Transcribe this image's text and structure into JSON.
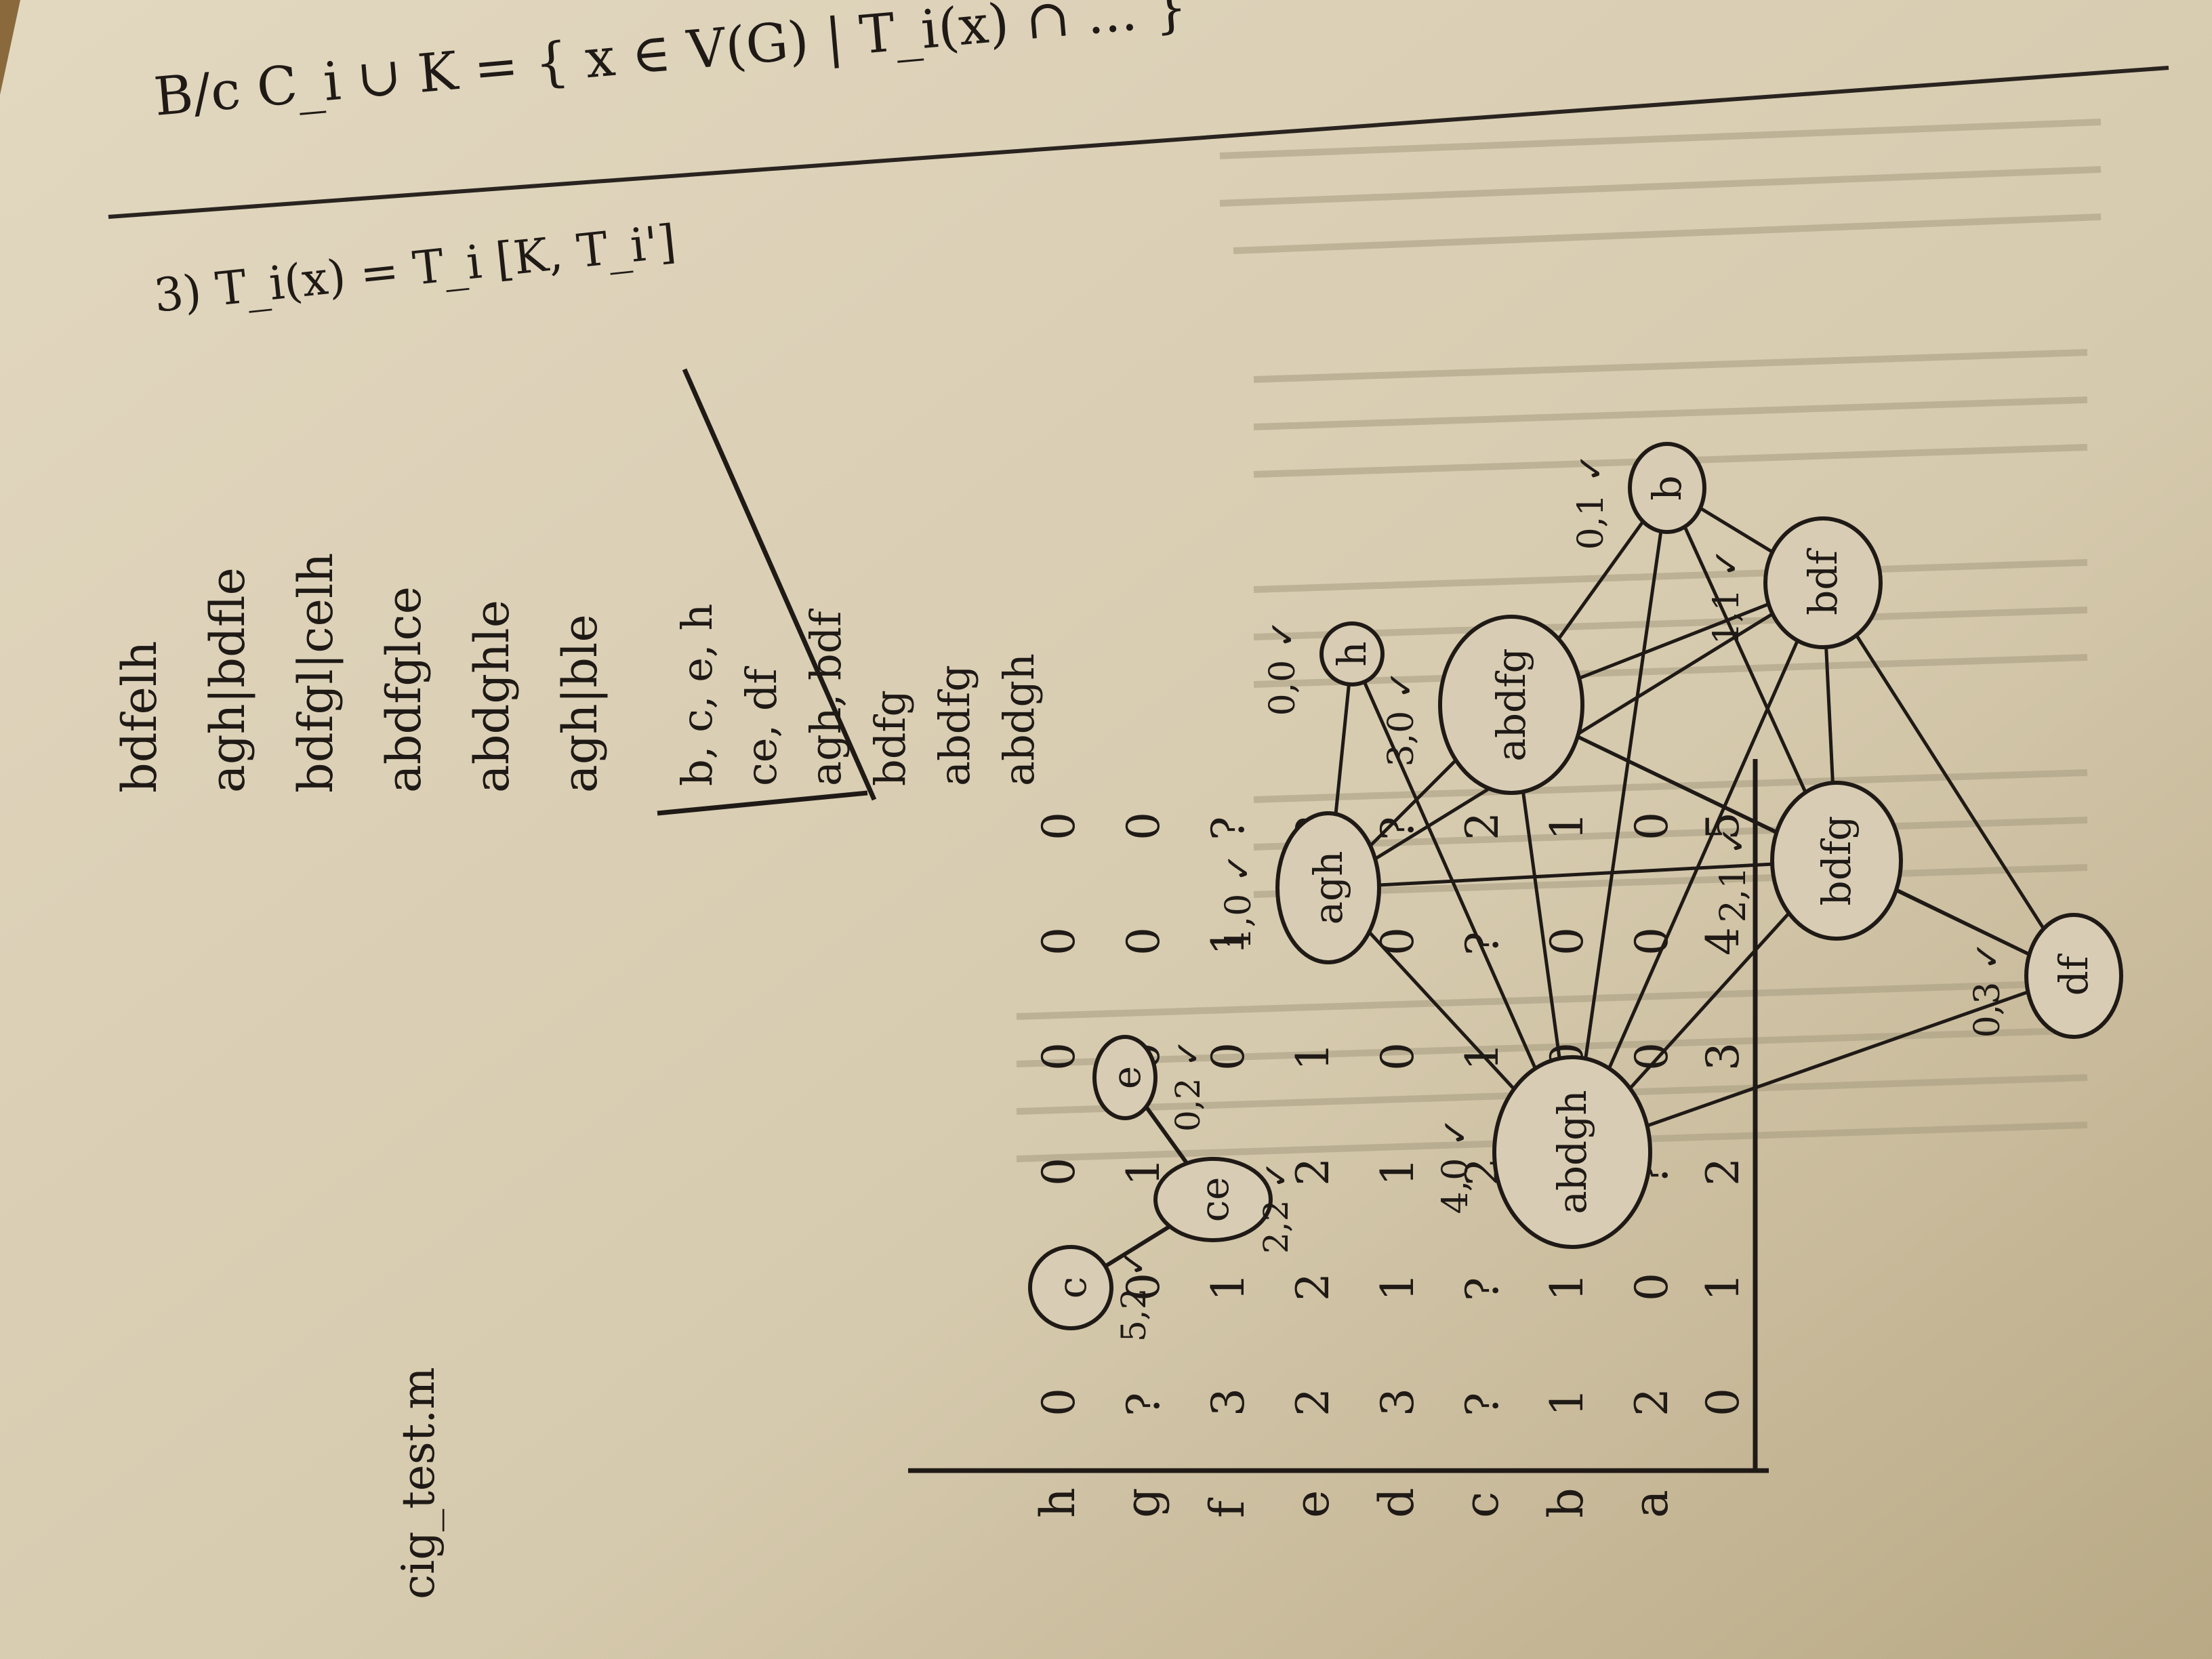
{
  "scene": {
    "description_colors": {
      "paper": "#d8cdb4",
      "paper_shadow": "#b9ab8c",
      "ink": "#1f1a16",
      "faint_print": "#9c9176",
      "background": "#8a6a3c"
    }
  },
  "header": {
    "line1": "B/c   C_i ∪ K  =  { x ∈ V(G) | T_i(x) ∩ ... }",
    "line2": "3)  T_i(x) = T_i [K, T_i']"
  },
  "matrix": {
    "col_headers": [
      "0",
      "1",
      "2",
      "3",
      "4",
      "5"
    ],
    "rows": [
      {
        "label": "a",
        "values": [
          "2",
          "0",
          "?",
          "0",
          "0",
          "0"
        ]
      },
      {
        "label": "b",
        "values": [
          "1",
          "1",
          "1",
          "0",
          "0",
          "1"
        ]
      },
      {
        "label": "c",
        "values": [
          "?",
          "?",
          "2",
          "1",
          "?",
          "2"
        ]
      },
      {
        "label": "d",
        "values": [
          "3",
          "1",
          "1",
          "0",
          "0",
          "?"
        ]
      },
      {
        "label": "e",
        "values": [
          "2",
          "2",
          "2",
          "1",
          "1",
          "?"
        ]
      },
      {
        "label": "f",
        "values": [
          "3",
          "1",
          "1",
          "0",
          "1",
          "?"
        ]
      },
      {
        "label": "g",
        "values": [
          "?",
          "0",
          "1",
          "0",
          "0",
          "0"
        ]
      },
      {
        "label": "h",
        "values": [
          "0",
          "0",
          "0",
          "0",
          "0",
          "0"
        ]
      }
    ]
  },
  "strings": {
    "items": [
      "bdfelh",
      "agh|bdfle",
      "bdfgl|celh",
      "abdfglce",
      "abdghle",
      "agh|ble"
    ]
  },
  "groups": {
    "items": [
      "b, c, e, h",
      "ce, df",
      "agh, bdf",
      "bdfg",
      "abdfg",
      "abdgh"
    ]
  },
  "small_graph": {
    "nodes": [
      {
        "id": "c",
        "label": "c",
        "score": "5,2 ✓"
      },
      {
        "id": "ce",
        "label": "ce",
        "score": "2,2 ✓"
      },
      {
        "id": "e",
        "label": "e",
        "score": "0,2 ✓"
      }
    ]
  },
  "big_graph": {
    "nodes": [
      {
        "id": "h",
        "label": "h",
        "score": "0,0 ✓"
      },
      {
        "id": "agh",
        "label": "agh",
        "score": "1,0 ✓"
      },
      {
        "id": "abdfg",
        "label": "abdfg",
        "score": "3,0 ✓"
      },
      {
        "id": "b",
        "label": "b",
        "score": "0,1 ✓"
      },
      {
        "id": "bdf",
        "label": "bdf",
        "score": "1,1 ✓"
      },
      {
        "id": "bdfg",
        "label": "bdfg",
        "score": "2,1 ✓"
      },
      {
        "id": "df",
        "label": "df",
        "score": "0,3 ✓"
      },
      {
        "id": "abdgh",
        "label": "abdgh",
        "score": "4,0 ✓"
      }
    ],
    "edges": [
      [
        "h",
        "agh"
      ],
      [
        "h",
        "abdgh"
      ],
      [
        "agh",
        "abdgh"
      ],
      [
        "agh",
        "abdfg"
      ],
      [
        "agh",
        "bdfg"
      ],
      [
        "agh",
        "bdf"
      ],
      [
        "abdfg",
        "bdf"
      ],
      [
        "abdfg",
        "bdfg"
      ],
      [
        "abdfg",
        "df"
      ],
      [
        "abdfg",
        "abdgh"
      ],
      [
        "b",
        "abdfg"
      ],
      [
        "b",
        "bdf"
      ],
      [
        "b",
        "bdfg"
      ],
      [
        "b",
        "abdgh"
      ],
      [
        "bdf",
        "bdfg"
      ],
      [
        "bdf",
        "df"
      ],
      [
        "bdf",
        "abdgh"
      ],
      [
        "bdfg",
        "df"
      ],
      [
        "bdfg",
        "abdgh"
      ],
      [
        "df",
        "abdgh"
      ]
    ]
  },
  "footer": {
    "filename": "cig_test.m"
  }
}
